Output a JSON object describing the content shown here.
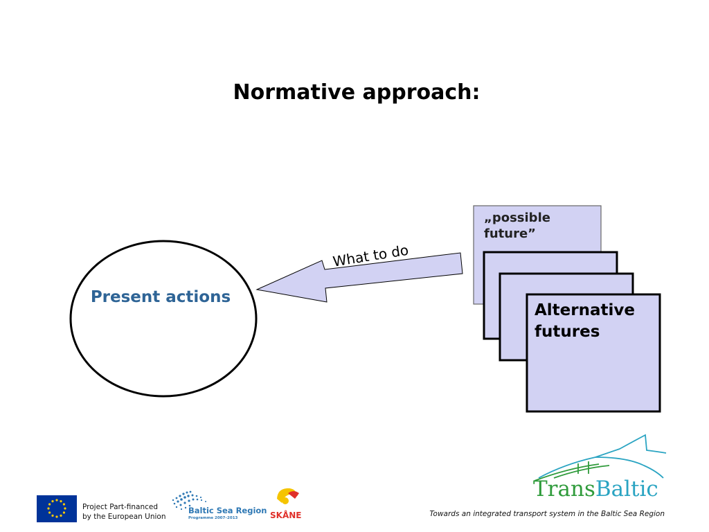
{
  "slide": {
    "title": "Normative approach:"
  },
  "diagram": {
    "circle_label": "Present actions",
    "arrow_label": "What to do",
    "card_back_label": "„possible future”",
    "card_front_label": "Alternative futures",
    "colors": {
      "card_fill": "#d2d2f3",
      "circle_text": "#2e6496",
      "stroke": "#000000"
    }
  },
  "footer": {
    "eu_text_line1": "Project Part-financed",
    "eu_text_line2": "by the European Union",
    "bsr_name": "Baltic Sea Region",
    "bsr_programme": "Programme 2007–2013",
    "skane": "SKÅNE",
    "tagline": "Towards an integrated transport system in the Baltic Sea Region",
    "transbaltic_trans": "Trans",
    "transbaltic_baltic": "Baltic"
  }
}
